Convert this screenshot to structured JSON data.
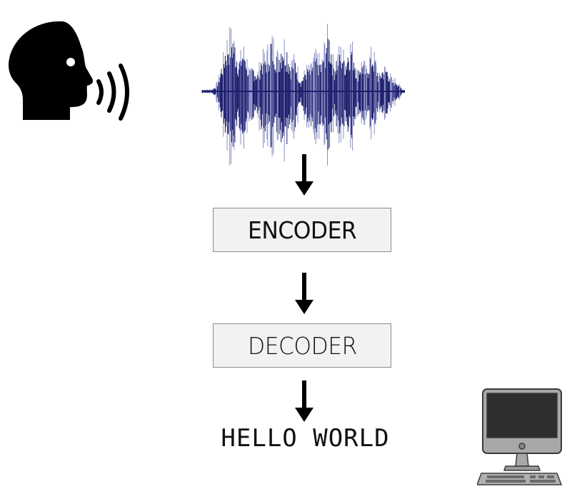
{
  "encoder": {
    "label": "ENCODER"
  },
  "decoder": {
    "label": "DECODER"
  },
  "output": {
    "text": "HELLO WORLD"
  },
  "icons": {
    "speaker": "speaking-head-icon",
    "waveform": "audio-waveform-icon",
    "computer": "desktop-computer-icon"
  },
  "colors": {
    "waveform": "#1c1f6e",
    "waveform_light": "#8a8fc4",
    "box_fill": "#f2f2f2",
    "box_border": "#8c8c8c"
  }
}
